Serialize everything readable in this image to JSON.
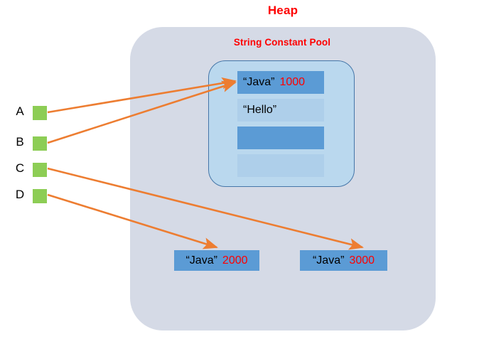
{
  "heap": {
    "title": "Heap",
    "pool": {
      "title": "String Constant Pool",
      "rows": [
        {
          "text": "“Java”",
          "address": "1000",
          "style": "dark"
        },
        {
          "text": "“Hello”",
          "address": "",
          "style": "light"
        },
        {
          "text": "",
          "address": "",
          "style": "dark"
        },
        {
          "text": "",
          "address": "",
          "style": "light"
        }
      ]
    },
    "objects": [
      {
        "text": "“Java”",
        "address": "2000"
      },
      {
        "text": "“Java”",
        "address": "3000"
      }
    ]
  },
  "variables": [
    {
      "label": "A"
    },
    {
      "label": "B"
    },
    {
      "label": "C"
    },
    {
      "label": "D"
    }
  ],
  "colors": {
    "heap_background": "#d5dae6",
    "pool_background": "#bad8ee",
    "pool_border": "#4576a8",
    "row_dark": "#5b9bd5",
    "row_light": "#aecfea",
    "variable_square": "#8dcd55",
    "arrow": "#ed7d31",
    "title_red": "#fe0000",
    "address_red": "#fe0000"
  }
}
